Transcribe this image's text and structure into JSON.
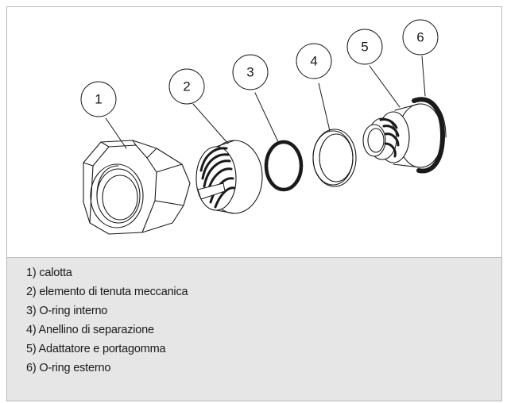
{
  "diagram": {
    "callouts": [
      "1",
      "2",
      "3",
      "4",
      "5",
      "6"
    ],
    "legend": [
      "1) calotta",
      "2) elemento di tenuta meccanica",
      "3) O-ring interno",
      "4) Anellino di separazione",
      "5) Adattatore e portagomma",
      "6) O-ring esterno"
    ]
  }
}
